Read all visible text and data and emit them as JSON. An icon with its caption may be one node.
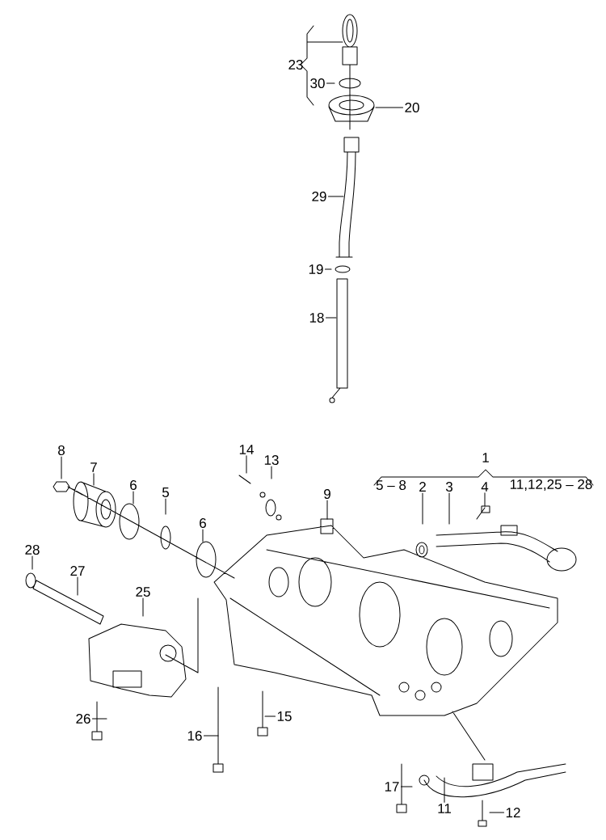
{
  "diagram": {
    "nodes": [
      {
        "text": [
          "30"
        ]
      },
      {
        "text": [
          "20"
        ]
      },
      {
        "text": [
          "29"
        ]
      },
      {
        "text": [
          "19"
        ]
      },
      {
        "text": [
          "18"
        ]
      },
      {
        "text": [
          "14"
        ]
      },
      {
        "text": [
          "8"
        ]
      },
      {
        "text": [
          "7"
        ]
      },
      {
        "text": [
          "13"
        ]
      },
      {
        "text": [
          "6"
        ]
      },
      {
        "text": [
          "5"
        ]
      },
      {
        "text": [
          "2"
        ]
      },
      {
        "text": [
          "3"
        ]
      },
      {
        "text": [
          "4"
        ]
      },
      {
        "text": [
          "9"
        ]
      },
      {
        "text": [
          "6"
        ]
      },
      {
        "text": [
          "28"
        ]
      },
      {
        "text": [
          "27"
        ]
      },
      {
        "text": [
          "25"
        ]
      },
      {
        "text": [
          "26"
        ]
      },
      {
        "text": [
          "15"
        ]
      },
      {
        "text": [
          "16"
        ]
      },
      {
        "text": [
          "17"
        ]
      },
      {
        "text": [
          "11"
        ]
      },
      {
        "text": [
          "12"
        ]
      }
    ],
    "edges": [
      {
        "from": 0,
        "to": null,
        "arrow": "none"
      },
      {
        "from": 1,
        "to": null,
        "arrow": "none"
      },
      {
        "from": 2,
        "to": null,
        "arrow": "none"
      },
      {
        "from": 3,
        "to": null,
        "arrow": "none"
      },
      {
        "from": 4,
        "to": null,
        "arrow": "none"
      },
      {
        "from": 5,
        "to": null,
        "arrow": "none"
      },
      {
        "from": 6,
        "to": null,
        "arrow": "none"
      },
      {
        "from": 7,
        "to": null,
        "arrow": "none"
      },
      {
        "from": 8,
        "to": null,
        "arrow": "none"
      },
      {
        "from": 9,
        "to": null,
        "arrow": "none"
      },
      {
        "from": 10,
        "to": null,
        "arrow": "none"
      },
      {
        "from": 11,
        "to": null,
        "arrow": "none"
      },
      {
        "from": 12,
        "to": null,
        "arrow": "none"
      },
      {
        "from": 13,
        "to": null,
        "arrow": "none"
      },
      {
        "from": 14,
        "to": null,
        "arrow": "none"
      },
      {
        "from": 15,
        "to": null,
        "arrow": "none"
      },
      {
        "from": 16,
        "to": null,
        "arrow": "none"
      },
      {
        "from": 17,
        "to": null,
        "arrow": "none"
      },
      {
        "from": 18,
        "to": null,
        "arrow": "none"
      },
      {
        "from": 19,
        "to": null,
        "arrow": "none"
      },
      {
        "from": 20,
        "to": null,
        "arrow": "none"
      },
      {
        "from": 21,
        "to": null,
        "arrow": "none"
      },
      {
        "from": 22,
        "to": null,
        "arrow": "none"
      },
      {
        "from": 23,
        "to": null,
        "arrow": "none"
      },
      {
        "from": 24,
        "to": null,
        "arrow": "none"
      }
    ],
    "labels": [
      "23",
      "1",
      "5 – 8",
      "11,12,25 – 28"
    ]
  }
}
